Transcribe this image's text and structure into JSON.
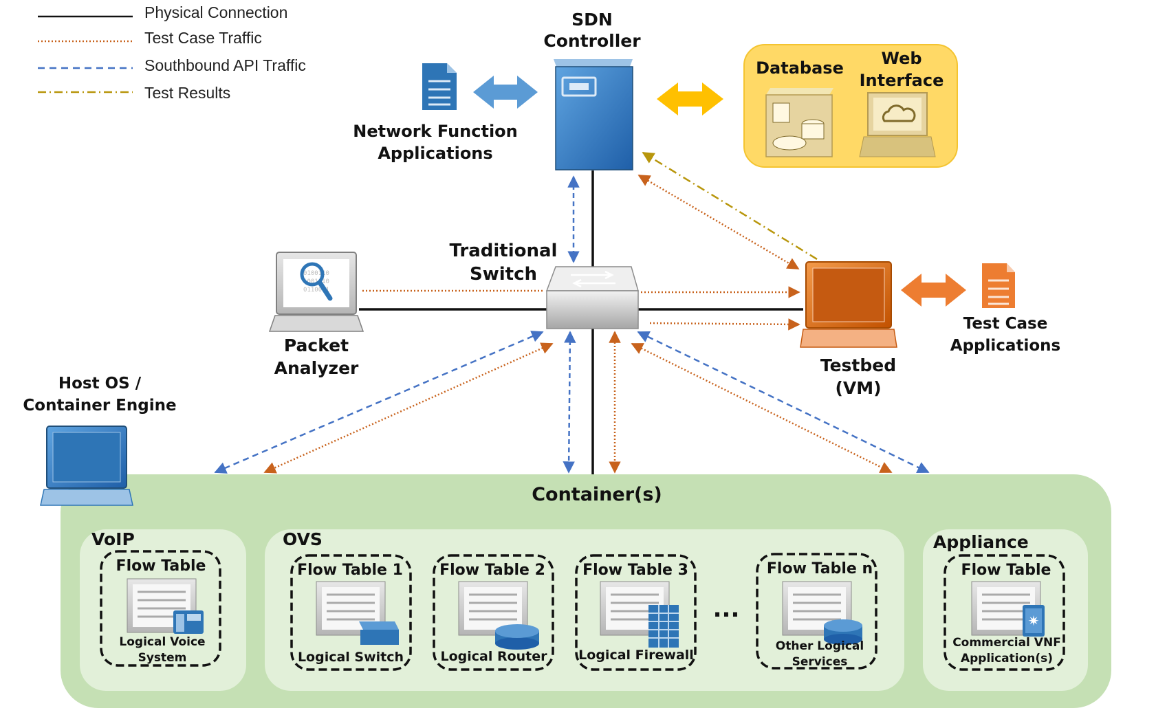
{
  "legend": {
    "physical": "Physical Connection",
    "test_case": "Test Case Traffic",
    "southbound": "Southbound API Traffic",
    "results": "Test Results"
  },
  "sdn": {
    "line1": "SDN",
    "line2": "Controller"
  },
  "nfa": {
    "line1": "Network Function",
    "line2": "Applications"
  },
  "database": "Database",
  "web": {
    "line1": "Web",
    "line2": "Interface"
  },
  "switch": {
    "line1": "Traditional",
    "line2": "Switch"
  },
  "packet": {
    "line1": "Packet",
    "line2": "Analyzer"
  },
  "testbed": {
    "line1": "Testbed",
    "line2": "(VM)"
  },
  "tca": {
    "line1": "Test Case",
    "line2": "Applications"
  },
  "host": {
    "line1": "Host OS /",
    "line2": "Container Engine"
  },
  "container_title": "Container(s)",
  "voip": {
    "title": "VoIP",
    "table": "Flow Table",
    "caption1": "Logical Voice",
    "caption2": "System"
  },
  "ovs": {
    "title": "OVS",
    "ellipsis": "...",
    "tables": [
      {
        "name": "Flow Table 1",
        "caption": "Logical Switch"
      },
      {
        "name": "Flow Table 2",
        "caption": "Logical Router"
      },
      {
        "name": "Flow Table 3",
        "caption": "Logical Firewall"
      },
      {
        "name": "Flow Table n",
        "caption1": "Other Logical",
        "caption2": "Services"
      }
    ]
  },
  "appliance": {
    "title": "Appliance",
    "table": "Flow Table",
    "caption1": "Commercial VNF",
    "caption2": "Application(s)"
  },
  "colors": {
    "physical": "#111111",
    "test_case": "#c8621c",
    "southbound": "#4472c4",
    "results": "#b8960c",
    "container_bg": "#c5e0b4",
    "inner_bg": "#e2f0d9",
    "db_panel": "#ffd966",
    "testbed": "#e46c0a",
    "blue_server": "#2e75b6"
  }
}
